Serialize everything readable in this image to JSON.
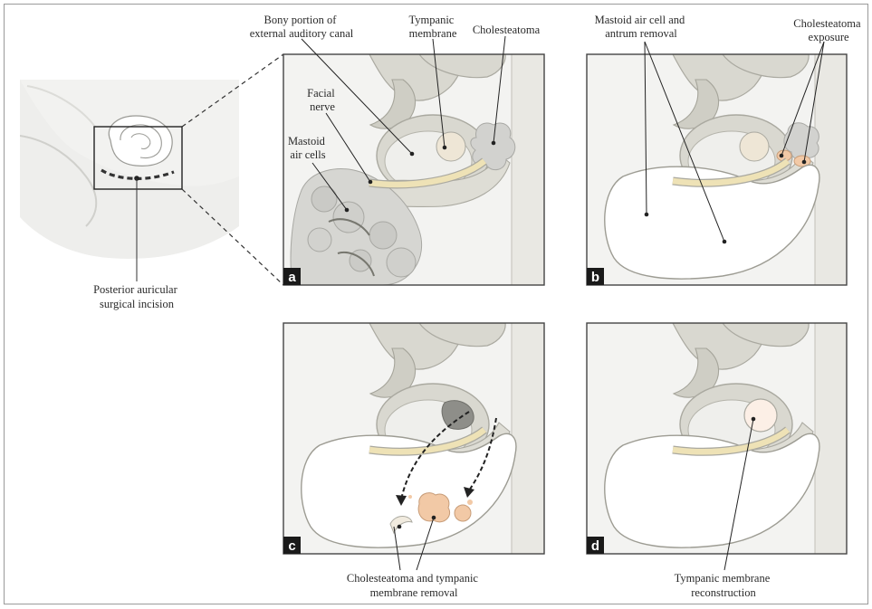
{
  "figure": {
    "panel_letters": [
      "a",
      "b",
      "c",
      "d"
    ],
    "overview": {
      "incision_label": [
        "Posterior auricular",
        "surgical incision"
      ]
    },
    "panel_a": {
      "bony_canal": [
        "Bony portion of",
        "external auditory canal"
      ],
      "tympanic_membrane": [
        "Tympanic",
        "membrane"
      ],
      "cholesteatoma": "Cholesteatoma",
      "facial_nerve": [
        "Facial",
        "nerve"
      ],
      "mastoid_air_cells": [
        "Mastoid",
        "air cells"
      ]
    },
    "panel_b": {
      "mastoid_removal": [
        "Mastoid air cell and",
        "antrum removal"
      ],
      "cholesteatoma_exposure": [
        "Cholesteatoma",
        "exposure"
      ]
    },
    "panel_c": {
      "removal": [
        "Cholesteatoma and tympanic",
        "membrane removal"
      ]
    },
    "panel_d": {
      "reconstruction": [
        "Tympanic membrane",
        "reconstruction"
      ]
    },
    "colors": {
      "bone": "#d9d8d0",
      "bone_dark": "#b9b8ae",
      "background": "#f3f3f1",
      "nerve": "#eee2b6",
      "cholesteatoma": "#f2c9a6",
      "cavity": "#ffffff",
      "panel_label_bg": "#1a1a1a"
    }
  }
}
